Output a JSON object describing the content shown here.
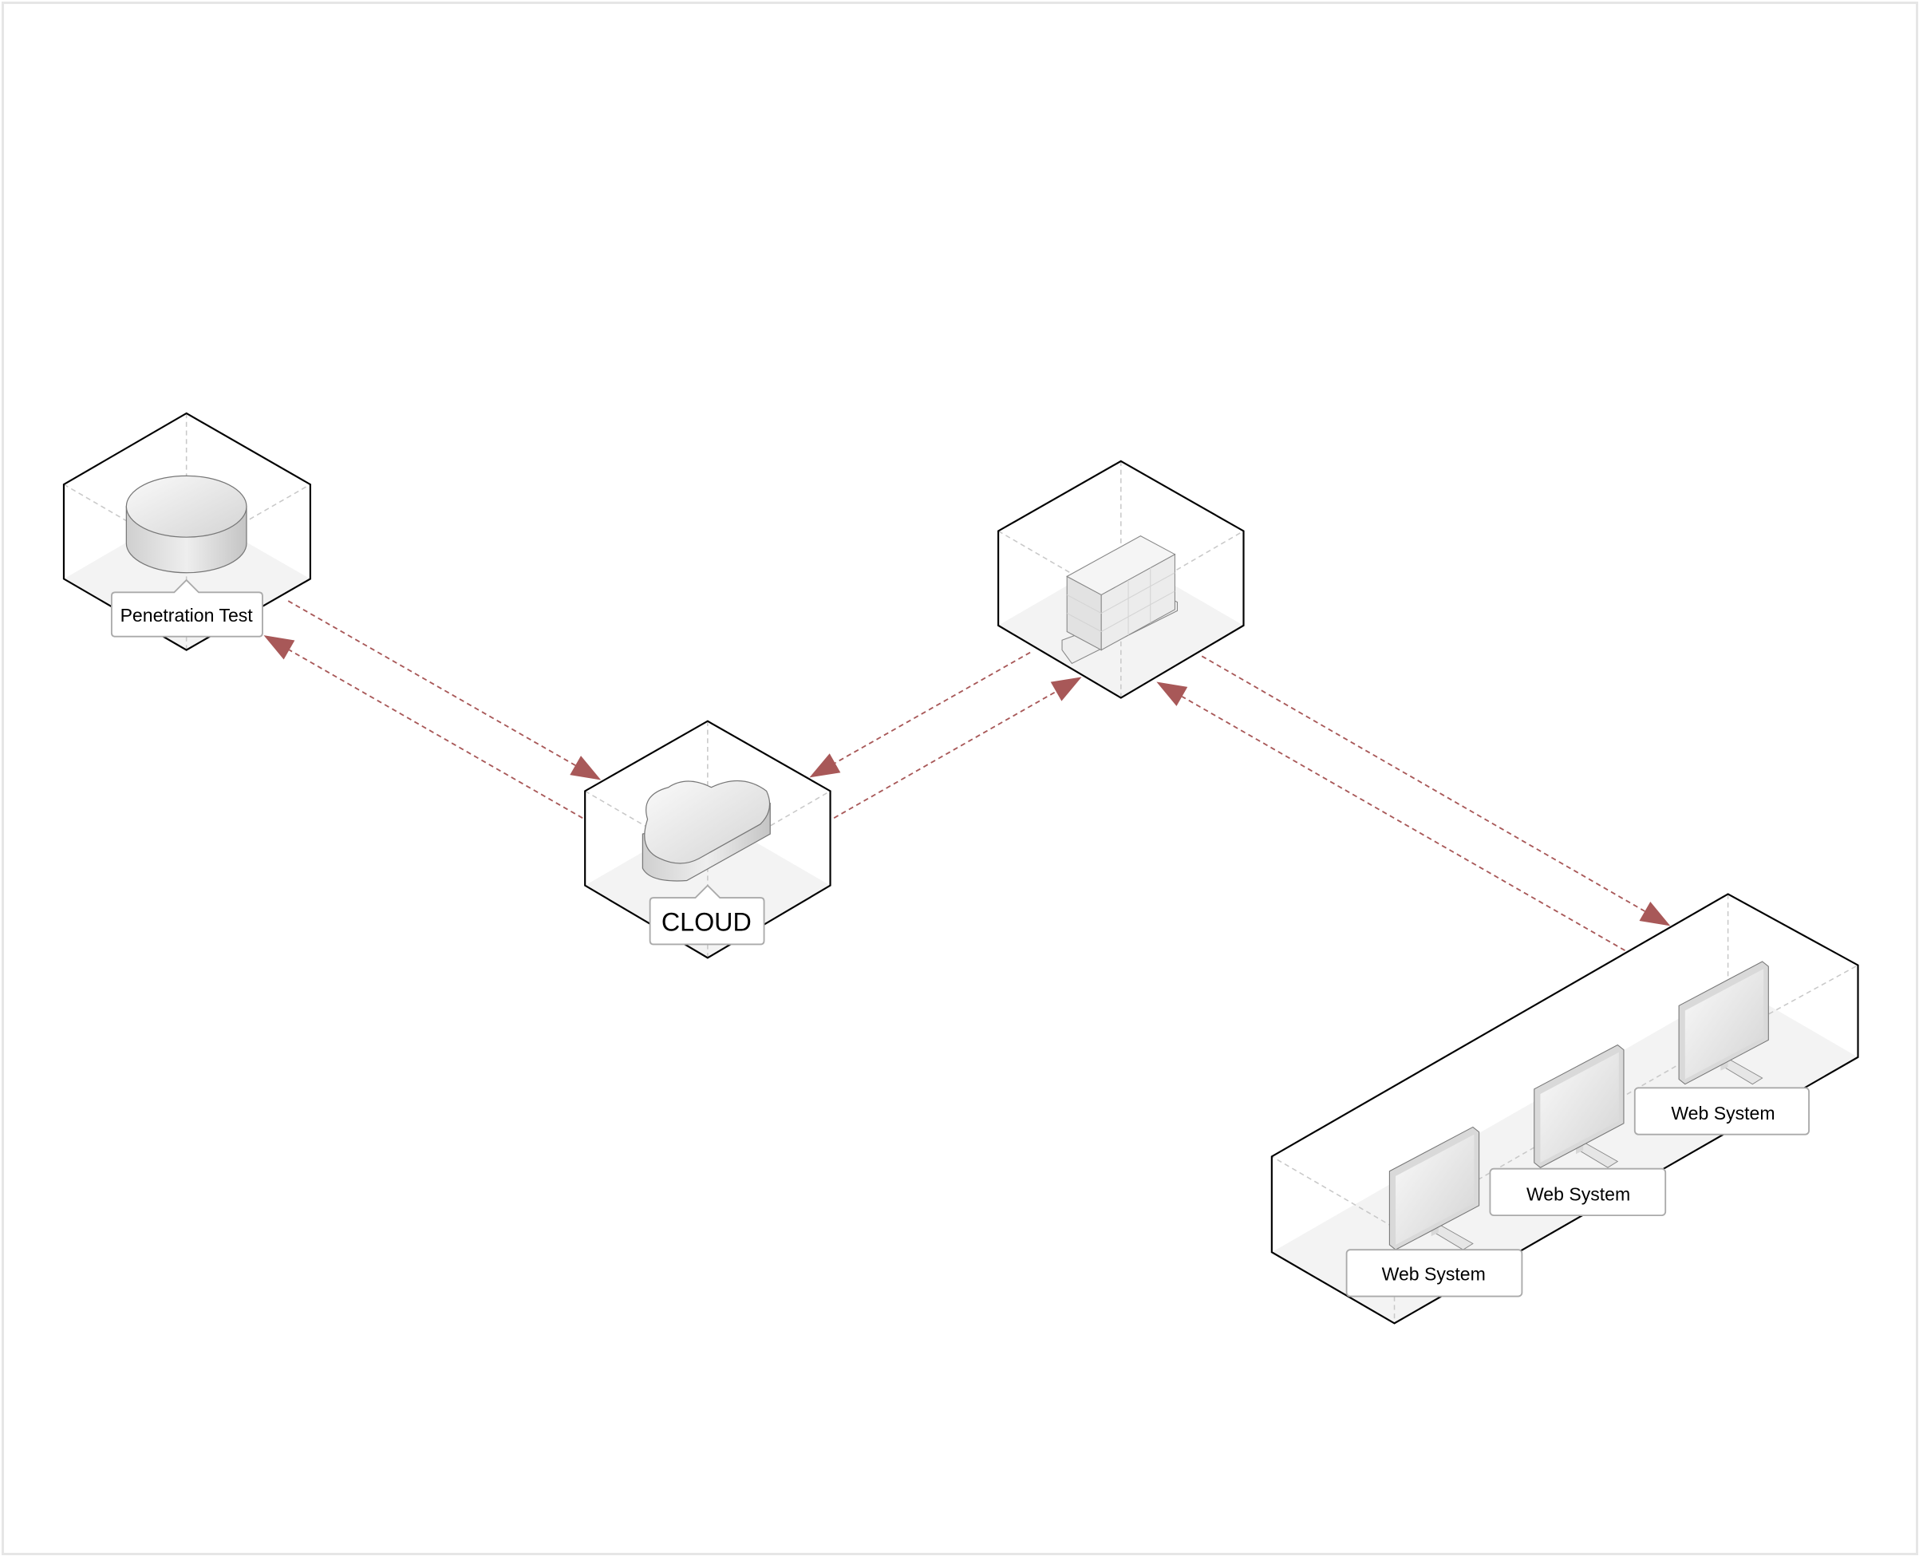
{
  "nodes": {
    "penetration_test": {
      "label": "Penetration Test",
      "icon": "database-icon"
    },
    "cloud": {
      "label": "CLOUD",
      "icon": "cloud-icon"
    },
    "firewall": {
      "icon": "firewall-icon"
    },
    "web_systems": [
      {
        "label": "Web System",
        "icon": "monitor-icon"
      },
      {
        "label": "Web System",
        "icon": "monitor-icon"
      },
      {
        "label": "Web System",
        "icon": "monitor-icon"
      }
    ]
  },
  "colors": {
    "connector": "#a85858",
    "box_stroke": "#000000",
    "floor": "#f3f3f3",
    "guide": "#c8c8c8"
  }
}
